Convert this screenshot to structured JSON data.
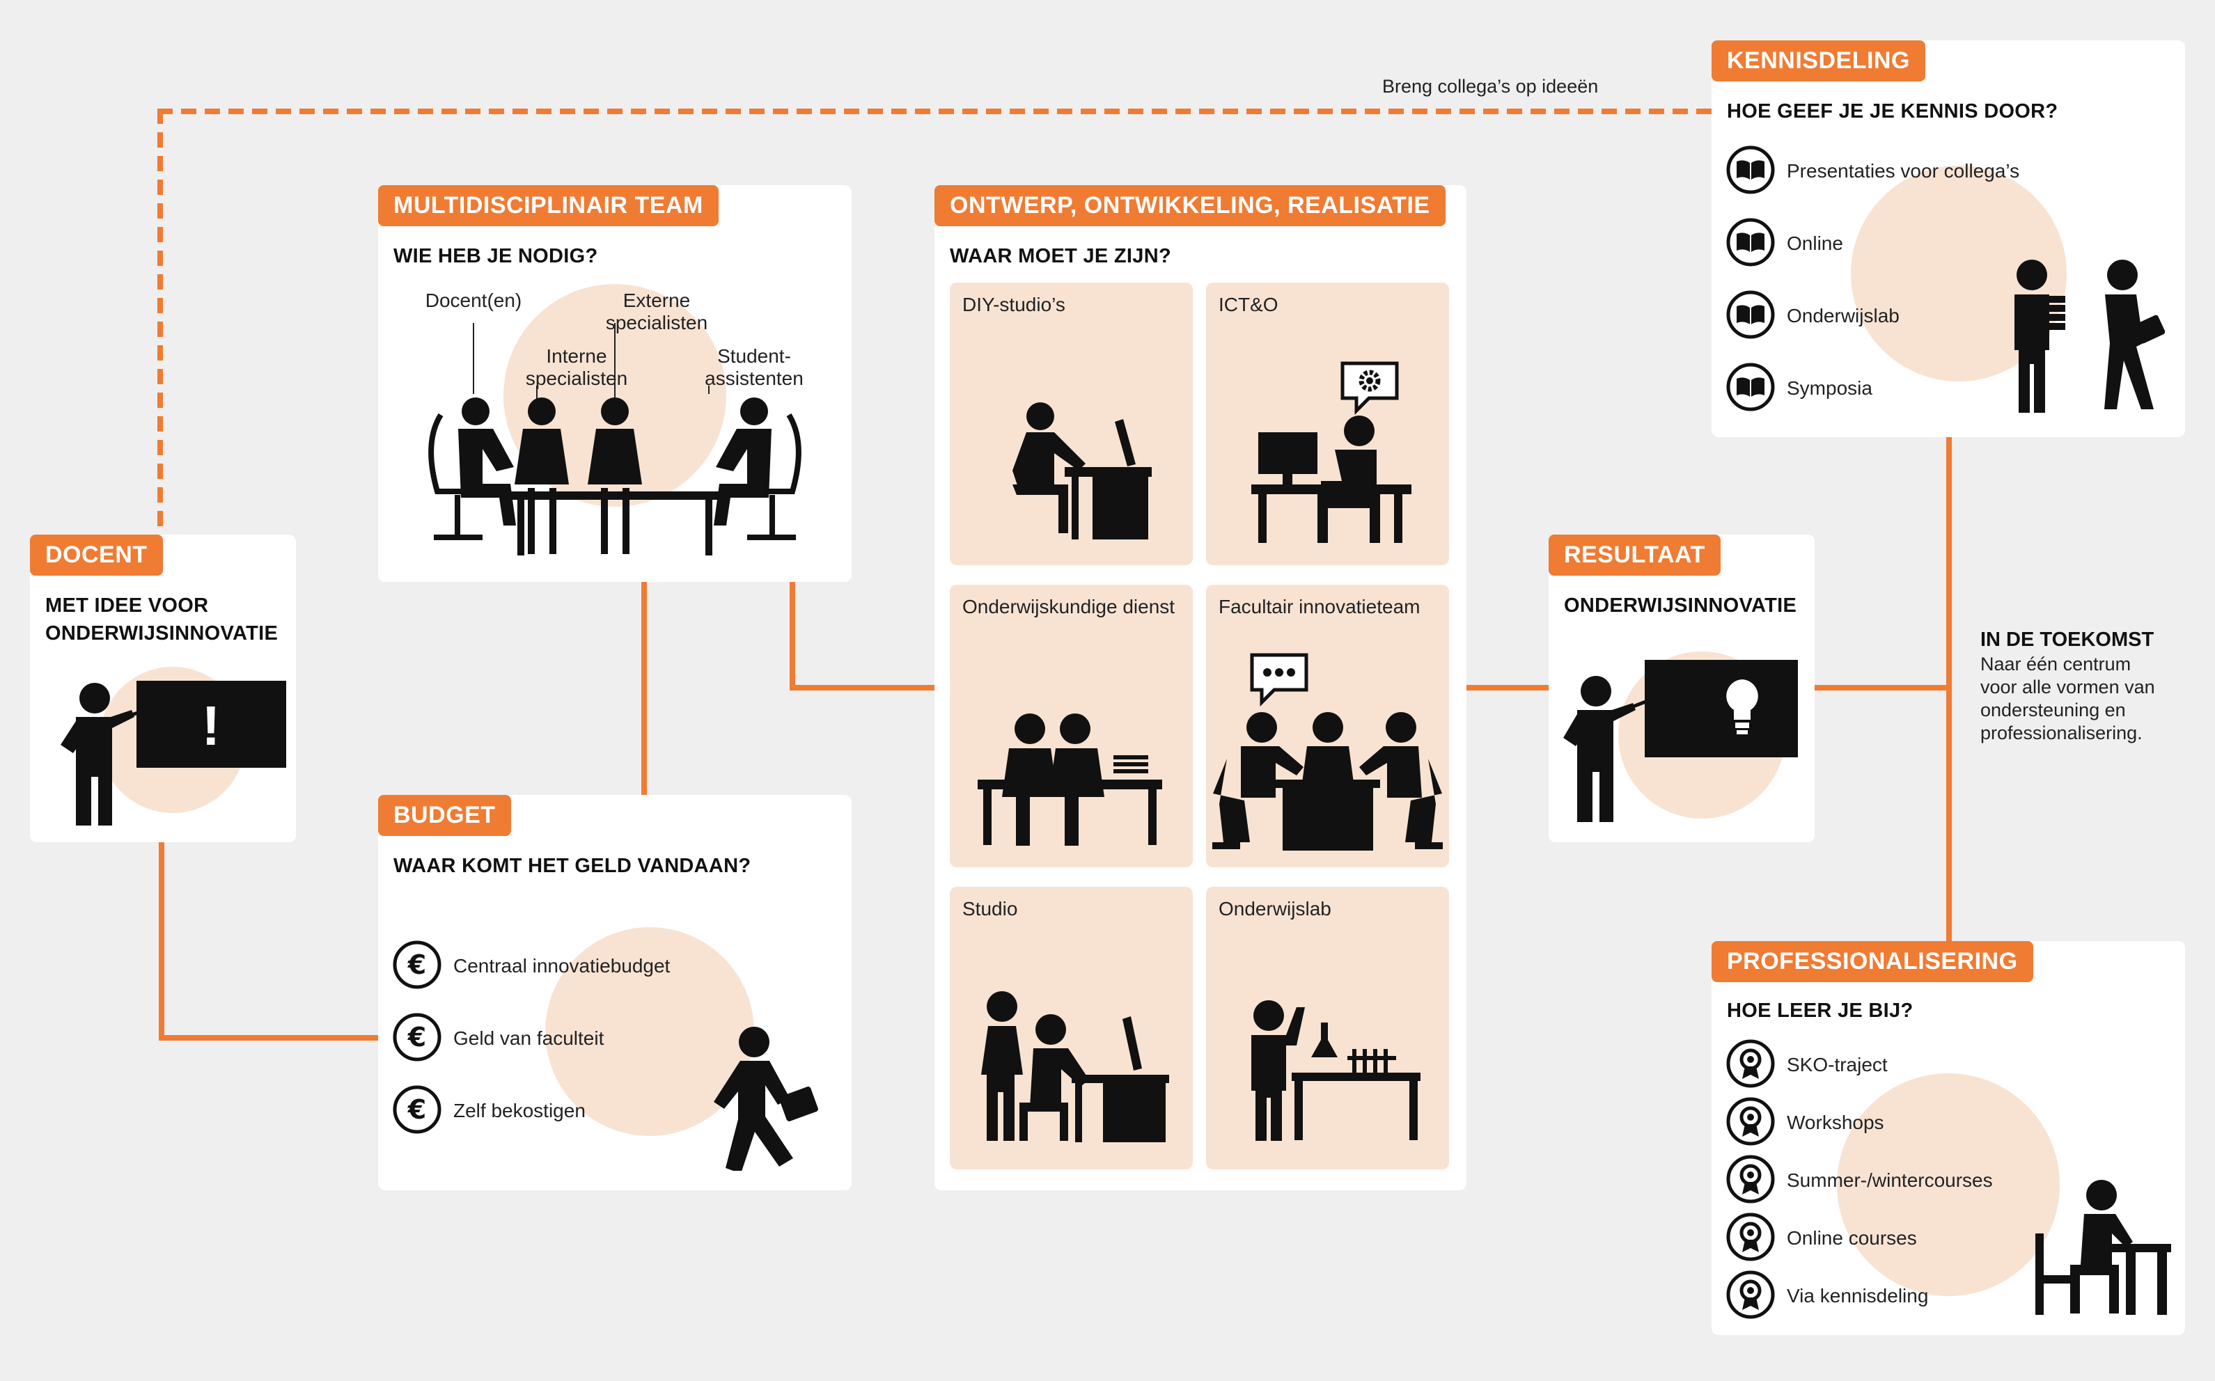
{
  "feedback_label": "Breng collega’s op ideeën",
  "docent": {
    "tag": "DOCENT",
    "title_line1": "MET IDEE VOOR",
    "title_line2": "ONDERWIJSINNOVATIE"
  },
  "team": {
    "tag": "MULTIDISCIPLINAIR TEAM",
    "question": "WIE HEB JE NODIG?",
    "roles": [
      {
        "line1": "Docent(en)",
        "line2": ""
      },
      {
        "line1": "Interne",
        "line2": "specialisten"
      },
      {
        "line1": "Externe",
        "line2": "specialisten"
      },
      {
        "line1": "Student-",
        "line2": "assistenten"
      }
    ]
  },
  "budget": {
    "tag": "BUDGET",
    "question": "WAAR KOMT HET GELD VANDAAN?",
    "icon": "euro-icon",
    "items": [
      "Centraal innovatiebudget",
      "Geld van faculteit",
      "Zelf bekostigen"
    ]
  },
  "ontwerp": {
    "tag": "ONTWERP, ONTWIKKELING, REALISATIE",
    "question": "WAAR MOET JE ZIJN?",
    "locations": [
      "DIY-studio’s",
      "ICT&O",
      "Onderwijskundige dienst",
      "Facultair innovatieteam",
      "Studio",
      "Onderwijslab"
    ]
  },
  "resultaat": {
    "tag": "RESULTAAT",
    "title": "ONDERWIJSINNOVATIE"
  },
  "kennisdeling": {
    "tag": "KENNISDELING",
    "question": "HOE GEEF JE JE KENNIS DOOR?",
    "icon": "book-icon",
    "items": [
      "Presentaties voor collega’s",
      "Online",
      "Onderwijslab",
      "Symposia"
    ]
  },
  "toekomst": {
    "title": "IN DE TOEKOMST",
    "lines": [
      "Naar één centrum",
      "voor alle vormen van",
      "ondersteuning en",
      "professionalisering."
    ]
  },
  "professionalisering": {
    "tag": "PROFESSIONALISERING",
    "question": "HOE LEER JE BIJ?",
    "icon": "medal-icon",
    "items": [
      "SKO-traject",
      "Workshops",
      "Summer-/wintercourses",
      "Online courses",
      "Via kennisdeling"
    ]
  },
  "colors": {
    "accent": "#f07b33",
    "blob": "#f8e3d3",
    "background": "#efefef"
  }
}
